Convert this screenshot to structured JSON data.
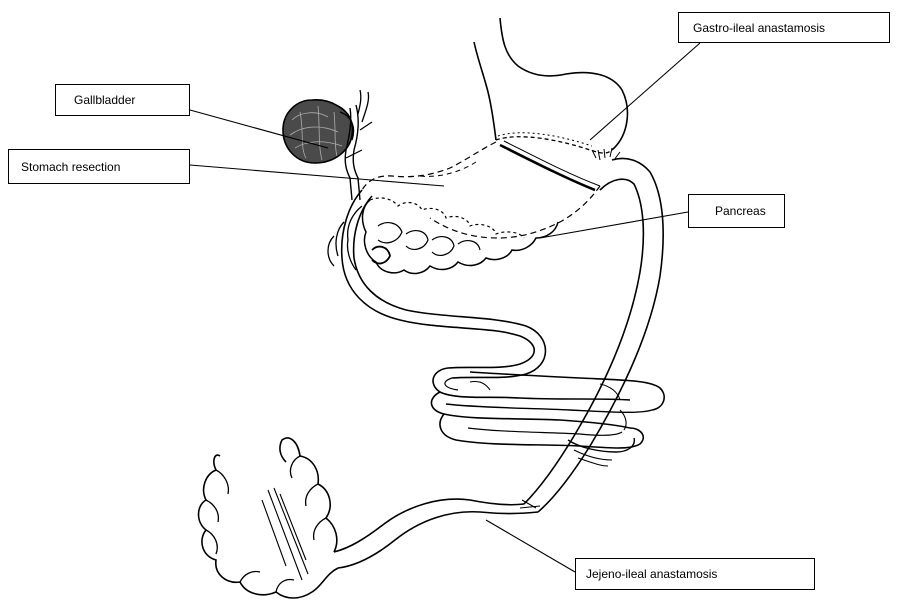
{
  "labels": {
    "gallbladder": "Gallbladder",
    "stomach_resection": "Stomach resection",
    "gastro_ileal": "Gastro-ileal anastamosis",
    "pancreas": "Pancreas",
    "jejeno_ileal": "Jejeno-ileal anastamosis"
  }
}
